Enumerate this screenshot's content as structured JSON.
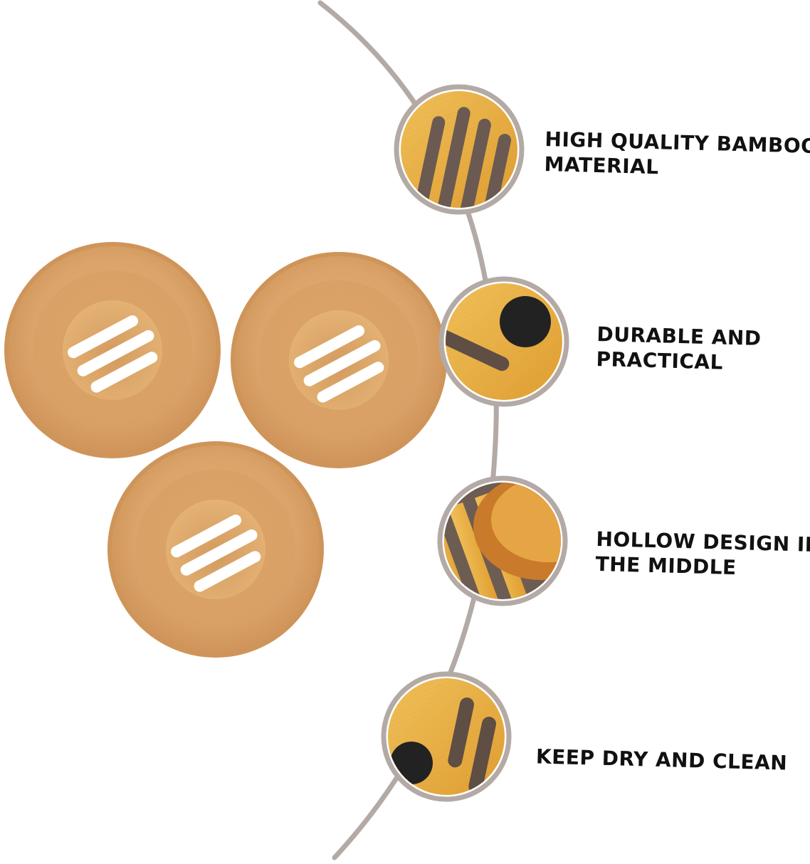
{
  "colors": {
    "background": "#ffffff",
    "arc": "#b3aaa6",
    "wood_light": "#e6b673",
    "wood_mid": "#d59f63",
    "wood_dark": "#b98049",
    "bamboo_yellow": "#e7a93a",
    "rubber_pad": "#222222",
    "text": "#111111"
  },
  "features": [
    {
      "line1": "HIGH QUALITY BAMBOO",
      "line2": "MATERIAL",
      "icon": "bamboo-slats-closeup"
    },
    {
      "line1": "DURABLE AND",
      "line2": "PRACTICAL",
      "icon": "rubber-foot-closeup"
    },
    {
      "line1": "HOLLOW DESIGN IN",
      "line2": "THE MIDDLE",
      "icon": "hollow-slot-closeup"
    },
    {
      "line1": "KEEP DRY AND CLEAN",
      "line2": "",
      "icon": "drain-slot-closeup"
    }
  ]
}
